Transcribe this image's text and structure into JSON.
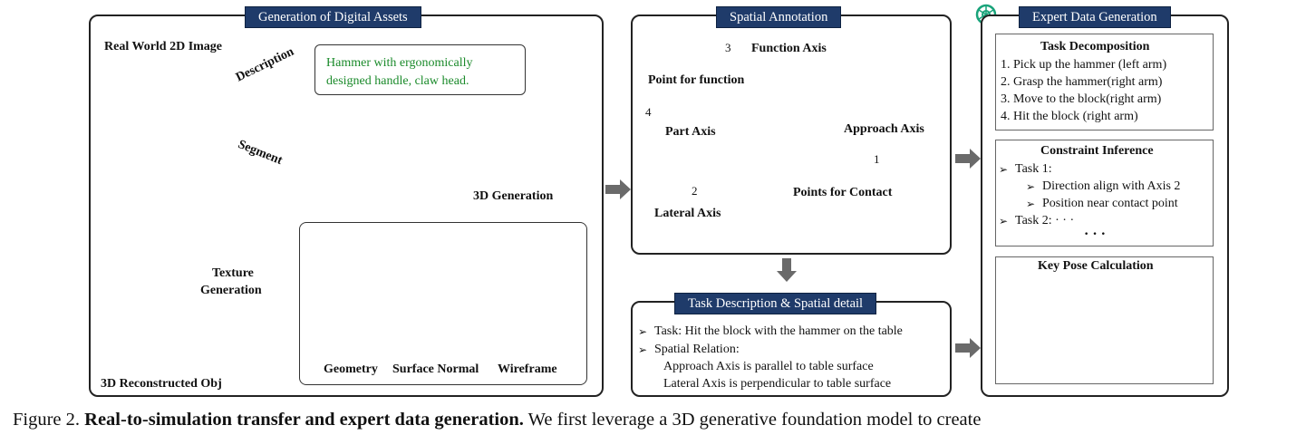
{
  "panel1": {
    "title": "Generation of Digital Assets",
    "real_image_label": "Real World 2D Image",
    "description_label": "Description",
    "segment_label": "Segment",
    "description_text_1": "Hammer with ergonomically",
    "description_text_2": "designed handle, claw head.",
    "generation_3d_label": "3D Generation",
    "texture_label_1": "Texture",
    "texture_label_2": "Generation",
    "reconstructed_label": "3D Reconstructed Obj",
    "geometry_label": "Geometry",
    "normal_label": "Surface Normal",
    "wireframe_label": "Wireframe"
  },
  "panel2": {
    "title": "Spatial Annotation",
    "function_axis": "Function Axis",
    "point_for_function": "Point for function",
    "part_axis": "Part Axis",
    "approach_axis": "Approach Axis",
    "lateral_axis": "Lateral Axis",
    "points_for_contact": "Points for Contact",
    "num1": "1",
    "num2": "2",
    "num3": "3",
    "num4": "4"
  },
  "panel3": {
    "title": "Task Description & Spatial detail",
    "line1": "Task: Hit the block with the  hammer on the table",
    "line2": "Spatial Relation:",
    "line3": "Approach Axis is parallel to table surface",
    "line4": "Lateral  Axis is perpendicular to table surface",
    "bullet": "➢"
  },
  "panel4": {
    "title": "Expert Data Generation",
    "task_decomp_title": "Task Decomposition",
    "steps": [
      "1.  Pick up the hammer (left arm)",
      "2.  Grasp the hammer(right arm)",
      "3.  Move to the block(right arm)",
      "4.  Hit the block (right arm)"
    ],
    "constraint_title": "Constraint Inference",
    "task1": "Task 1:",
    "c1": "Direction align with Axis 2",
    "c2": "Position near contact point",
    "task2": "Task 2: · · ·",
    "dots": "· · ·",
    "key_pose_title": "Key Pose Calculation"
  },
  "caption": {
    "prefix": "Figure 2.  ",
    "bold": "Real-to-simulation transfer and expert data generation.",
    "rest": "  We first leverage a 3D generative foundation model to create"
  },
  "colors": {
    "tag_bg": "#1f3b6a",
    "description_text": "#1a8a2a",
    "function_axis": "#e8201e",
    "approach_axis": "#1a2fb0",
    "lateral_axis": "#3cc43a",
    "part_axis": "#aaaaaa",
    "handle_yellow": "#e6e21c",
    "arrow_gray": "#6a6a6a"
  }
}
